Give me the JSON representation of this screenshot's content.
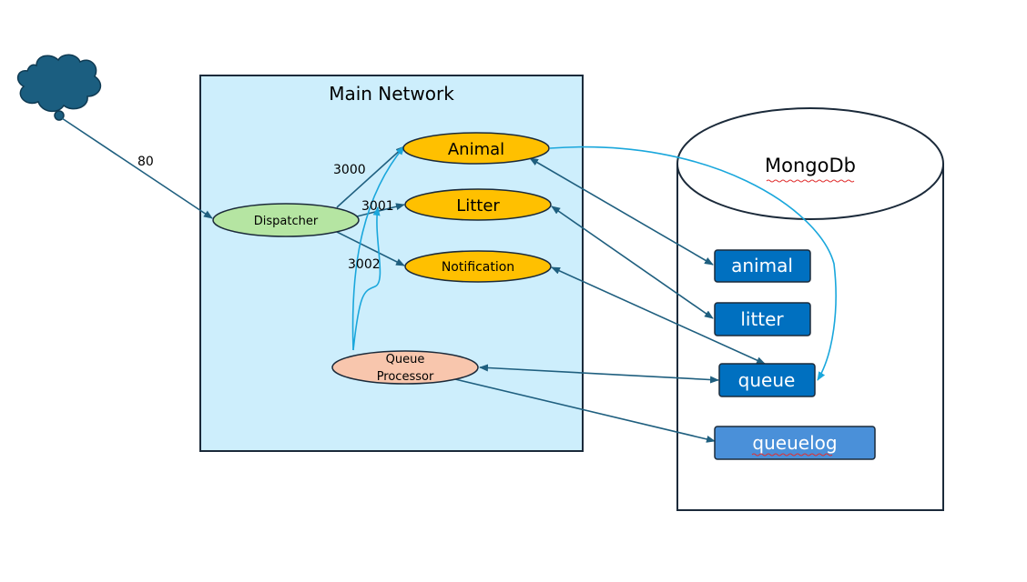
{
  "network": {
    "title": "Main Network"
  },
  "database": {
    "title": "MongoDb",
    "collections": [
      {
        "id": "animal",
        "label": "animal"
      },
      {
        "id": "litter",
        "label": "litter"
      },
      {
        "id": "queue",
        "label": "queue"
      },
      {
        "id": "queuelog",
        "label": "queuelog"
      }
    ]
  },
  "services": {
    "dispatcher": "Dispatcher",
    "animal": "Animal",
    "litter": "Litter",
    "notification": "Notification",
    "queue_processor_line1": "Queue",
    "queue_processor_line2": "Processor"
  },
  "ports": {
    "internet": "80",
    "animal": "3000",
    "litter": "3001",
    "notification": "3002"
  },
  "icons": {
    "internet": "cloud-icon"
  },
  "colors": {
    "network_fill": "#cdeefc",
    "network_stroke": "#1b2a3a",
    "cloud_fill": "#1b5e80",
    "service_fill": "#ffc000",
    "dispatcher_fill": "#b5e5a2",
    "queue_processor_fill": "#f8c6ad",
    "collection_fill": "#0070c0",
    "collection_light_fill": "#4a90d9",
    "arrow_dark": "#1f5f7f",
    "arrow_light": "#1aa7dc"
  }
}
